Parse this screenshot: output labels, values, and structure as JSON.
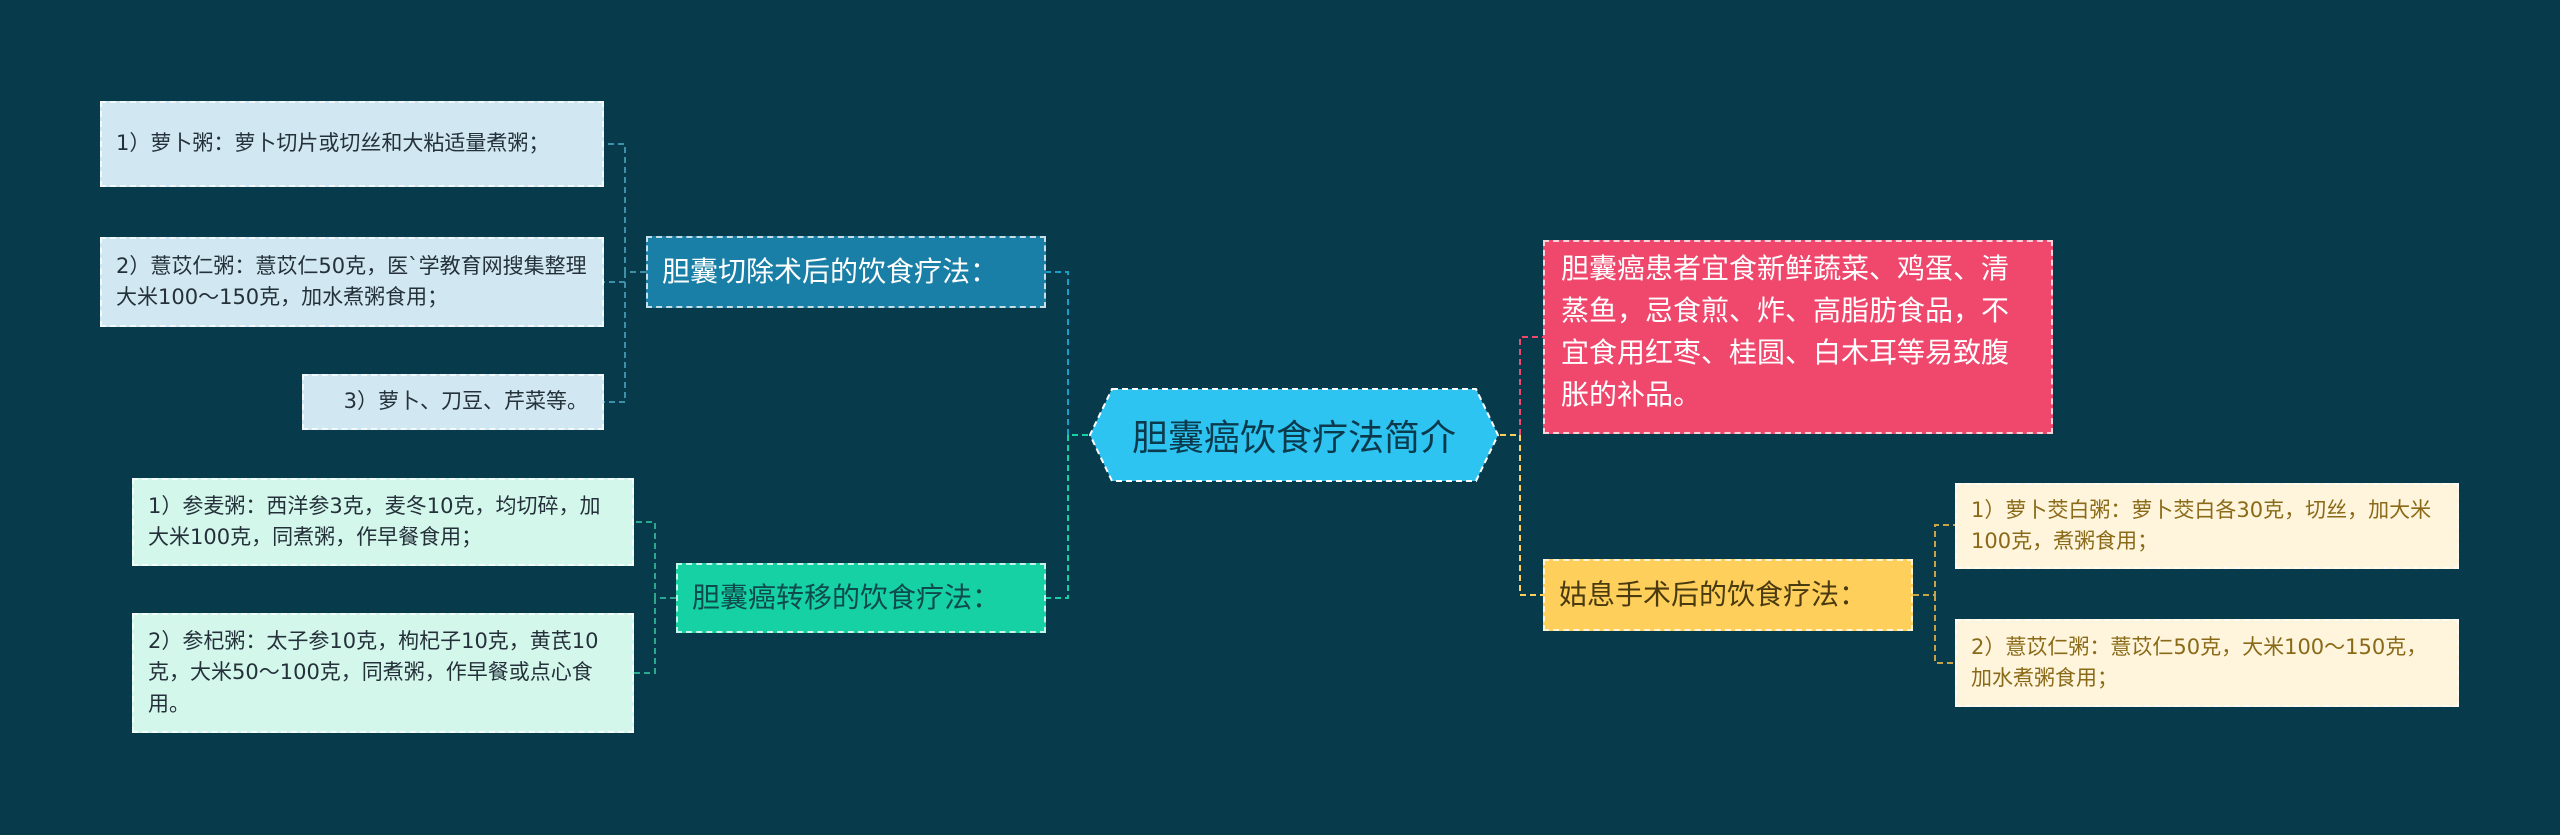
{
  "root": {
    "label": "胆囊癌饮食疗法简介"
  },
  "branches": {
    "surgery": {
      "label": "胆囊切除术后的饮食疗法：",
      "items": [
        "1）萝卜粥：萝卜切片或切丝和大粘适量煮粥；",
        "2）薏苡仁粥：薏苡仁50克，医`学教育网搜集整理大米100～150克，加水煮粥食用；",
        "3）萝卜、刀豆、芹菜等。"
      ]
    },
    "metastasis": {
      "label": "胆囊癌转移的饮食疗法：",
      "items": [
        "1）参麦粥：西洋参3克，麦冬10克，均切碎，加大米100克，同煮粥，作早餐食用；",
        "2）参杞粥：太子参10克，枸杞子10克，黄芪10克，大米50～100克，同煮粥，作早餐或点心食用。"
      ]
    },
    "general": {
      "label": "胆囊癌患者宜食新鲜蔬菜、鸡蛋、清蒸鱼，忌食煎、炸、高脂肪食品，不宜食用红枣、桂圆、白木耳等易致腹胀的补品。"
    },
    "palliative": {
      "label": "姑息手术后的饮食疗法：",
      "items": [
        "1）萝卜茭白粥：萝卜茭白各30克，切丝，加大米100克，煮粥食用；",
        "2）薏苡仁粥：薏苡仁50克，大米100～150克，加水煮粥食用；"
      ]
    }
  },
  "colors": {
    "background": "#073a4b",
    "root": "#2ec4f1",
    "surgery": "#1a7fa6",
    "metastasis": "#16d1a4",
    "general": "#f0476d",
    "palliative": "#ffcf5c"
  }
}
